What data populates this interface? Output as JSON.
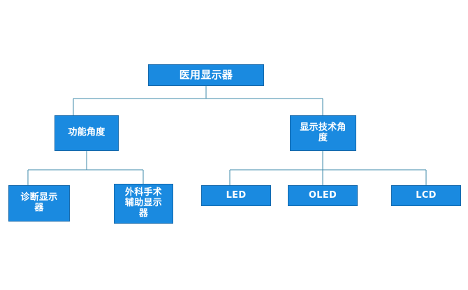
{
  "diagram": {
    "type": "tree-hierarchy",
    "orientation": "top-down",
    "background_color": "#ffffff",
    "node_fill_color": "#1a8ae0",
    "node_border_color": "#1669ab",
    "node_text_color": "#ffffff",
    "connector_color": "#3d8aa8",
    "root": {
      "label": "医用显示器"
    },
    "branches": [
      {
        "label": "功能角度",
        "children": [
          {
            "label": "诊断显示\n器"
          },
          {
            "label": "外科手术\n辅助显示\n器"
          }
        ]
      },
      {
        "label": "显示技术角\n度",
        "children": [
          {
            "label": "LED"
          },
          {
            "label": "OLED"
          },
          {
            "label": "LCD"
          }
        ]
      }
    ]
  }
}
